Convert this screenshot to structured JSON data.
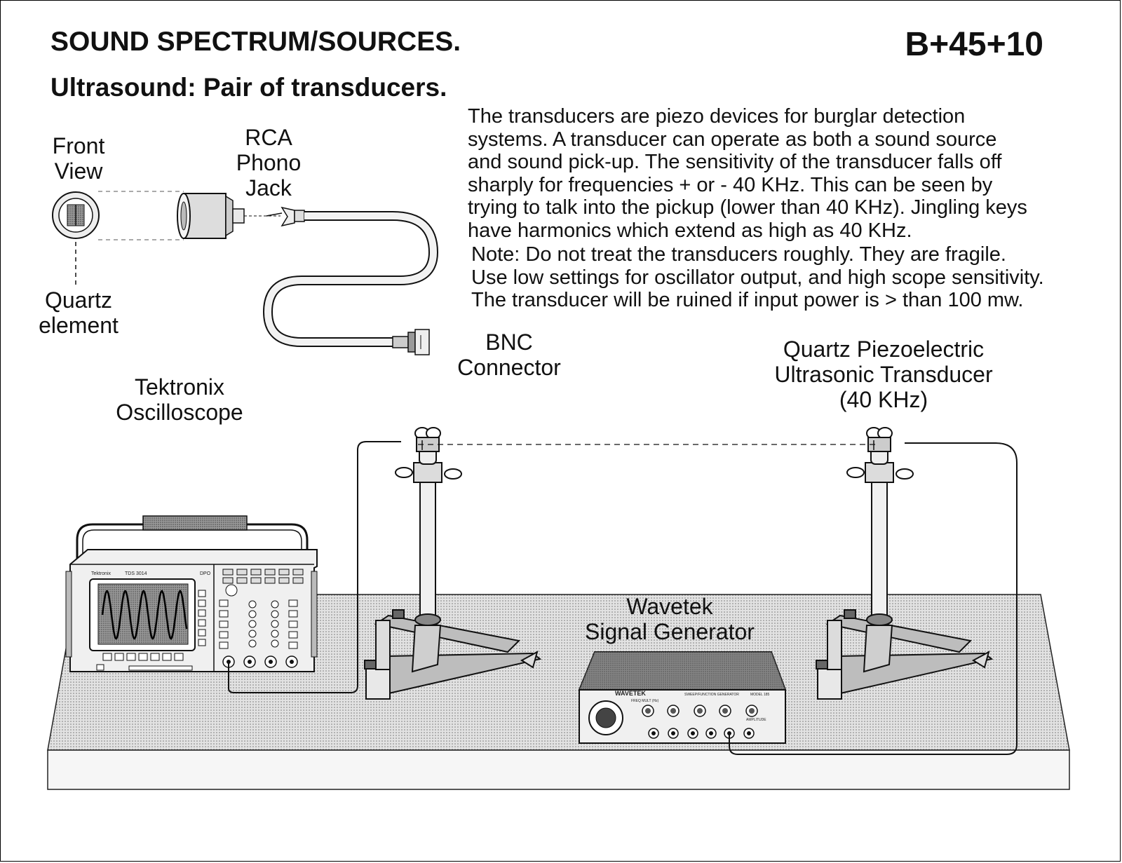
{
  "header": {
    "title": "SOUND SPECTRUM/SOURCES.",
    "code": "B+45+10",
    "subtitle": "Ultrasound: Pair of transducers."
  },
  "description": [
    "The transducers are piezo devices for burglar detection",
    "systems.  A transducer can operate as both a sound source",
    "and sound pick-up.  The sensitivity of the transducer falls off",
    "sharply for frequencies + or - 40 KHz.  This can be seen by",
    "trying to talk into the pickup (lower than 40 KHz).  Jingling keys",
    "have harmonics which extend as high as 40 KHz."
  ],
  "note": [
    "Note:  Do not treat the transducers roughly.  They are fragile.",
    "Use low settings for oscillator output, and high scope sensitivity.",
    "The transducer will be ruined if input power is > than 100 mw."
  ],
  "labels": {
    "front_view": [
      "Front",
      "View"
    ],
    "rca_jack": [
      "RCA",
      "Phono",
      "Jack"
    ],
    "quartz_element": [
      "Quartz",
      "element"
    ],
    "bnc_connector": [
      "BNC",
      "Connector"
    ],
    "oscilloscope": [
      "Tektronix",
      "Oscilloscope"
    ],
    "transducer": [
      "Quartz Piezoelectric",
      "Ultrasonic Transducer",
      "(40 KHz)"
    ],
    "signal_generator": [
      "Wavetek",
      "Signal Generator"
    ]
  },
  "devices": {
    "scope_brand": "Tektronix",
    "scope_model": "TDS 3014",
    "scope_series": "DPO",
    "gen_brand": "WAVETEK",
    "gen_type": "SWEEP/FUNCTION GENERATOR",
    "gen_model": "MODEL 185",
    "gen_freq_label": "FREQ MULT (Hz)",
    "gen_amplitude_label": "AMPLITUDE"
  }
}
